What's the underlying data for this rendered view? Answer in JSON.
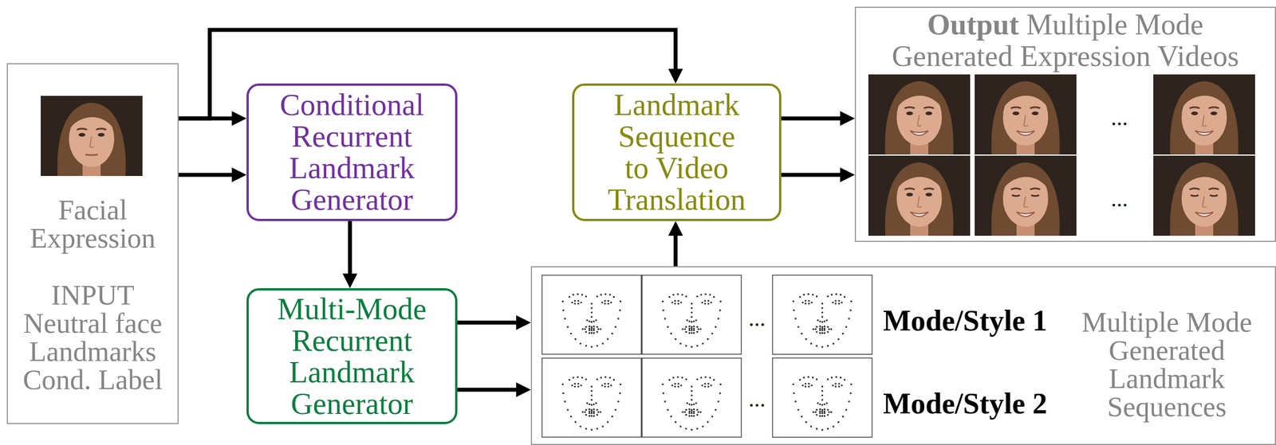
{
  "diagram": {
    "nodes": [
      {
        "text": [
          "Facial Expression",
          "INPUT Neutral face Landmarks Cond. Label"
        ]
      },
      {
        "text": [
          "Conditional Recurrent Landmark Generator"
        ]
      },
      {
        "text": [
          "Multi-Mode Recurrent Landmark Generator"
        ]
      },
      {
        "text": [
          "Landmark Sequence to Video Translation"
        ]
      },
      {
        "text": [
          "Output",
          "Multiple Mode Generated Expression Videos"
        ]
      },
      {
        "text": [
          "Multiple Mode Generated Landmark Sequences"
        ]
      }
    ],
    "edges": [
      {
        "from": 0,
        "to": 1,
        "arrow": "to"
      },
      {
        "from": 0,
        "to": 1,
        "arrow": "to"
      },
      {
        "from": 0,
        "to": 3,
        "arrow": "to"
      },
      {
        "from": 1,
        "to": 2,
        "arrow": "to"
      },
      {
        "from": 2,
        "to": 5,
        "arrow": "to"
      },
      {
        "from": 2,
        "to": 5,
        "arrow": "to"
      },
      {
        "from": 5,
        "to": 3,
        "arrow": "to"
      },
      {
        "from": 3,
        "to": 4,
        "arrow": "to"
      },
      {
        "from": 3,
        "to": 4,
        "arrow": "to"
      }
    ],
    "labels": [
      "...",
      "...",
      "...",
      "Mode/Style 1",
      "...",
      "Mode/Style 2"
    ]
  }
}
